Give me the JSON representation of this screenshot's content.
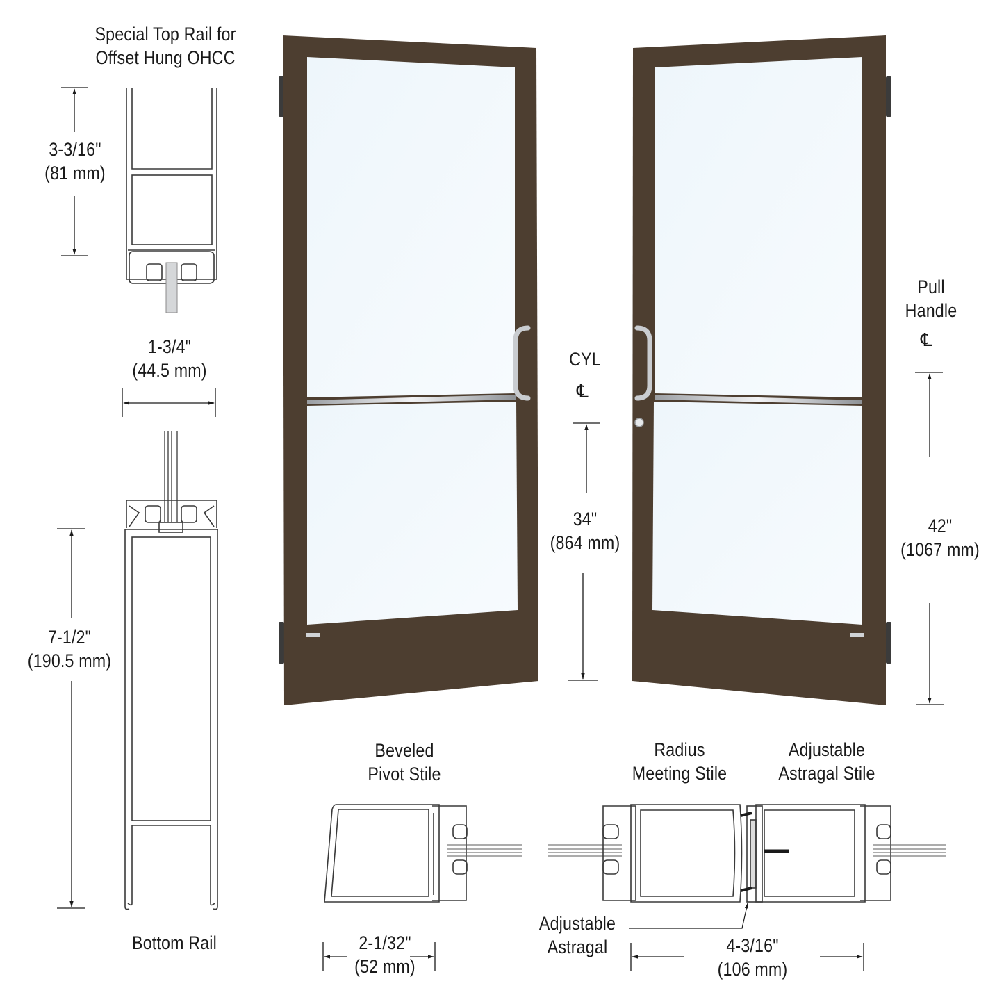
{
  "figure": {
    "subject": "Pair of offset-hung aluminum entrance doors with section profiles",
    "colors": {
      "frame_bronze": "#4d3e30",
      "glass": "#f3f9fd",
      "line": "#1a1a1a",
      "profile_line": "#3a3a3a",
      "hardware": "#c9ccd0"
    }
  },
  "top_rail": {
    "title_line1": "Special Top Rail for",
    "title_line2": "Offset Hung OHCC",
    "height_in": "3-3/16\"",
    "height_mm": "(81 mm)"
  },
  "glass_width": {
    "width_in": "1-3/4\"",
    "width_mm": "(44.5 mm)"
  },
  "bottom_rail": {
    "label": "Bottom Rail",
    "height_in": "7-1/2\"",
    "height_mm": "(190.5 mm)"
  },
  "doors": {
    "left_door": {
      "name": "Left door leaf",
      "has_pull_handle": true,
      "has_push_bar": true
    },
    "right_door": {
      "name": "Right door leaf",
      "has_pull_handle": true,
      "has_push_bar": true,
      "has_cylinder": true
    }
  },
  "cyl_dimension": {
    "label": "CYL",
    "centerline_symbol": "℄",
    "height_in": "34\"",
    "height_mm": "(864 mm)"
  },
  "pull_handle_dimension": {
    "label_line1": "Pull",
    "label_line2": "Handle",
    "centerline_symbol": "℄",
    "height_in": "42\"",
    "height_mm": "(1067 mm)"
  },
  "pivot_stile": {
    "title_line1": "Beveled",
    "title_line2": "Pivot Stile",
    "width_in": "2-1/32\"",
    "width_mm": "(52 mm)"
  },
  "meeting_stile": {
    "title_line1": "Radius",
    "title_line2": "Meeting Stile"
  },
  "astragal_stile": {
    "title_line1": "Adjustable",
    "title_line2": "Astragal Stile"
  },
  "astragal": {
    "label_line1": "Adjustable",
    "label_line2": "Astragal"
  },
  "pair_width": {
    "width_in": "4-3/16\"",
    "width_mm": "(106 mm)"
  }
}
